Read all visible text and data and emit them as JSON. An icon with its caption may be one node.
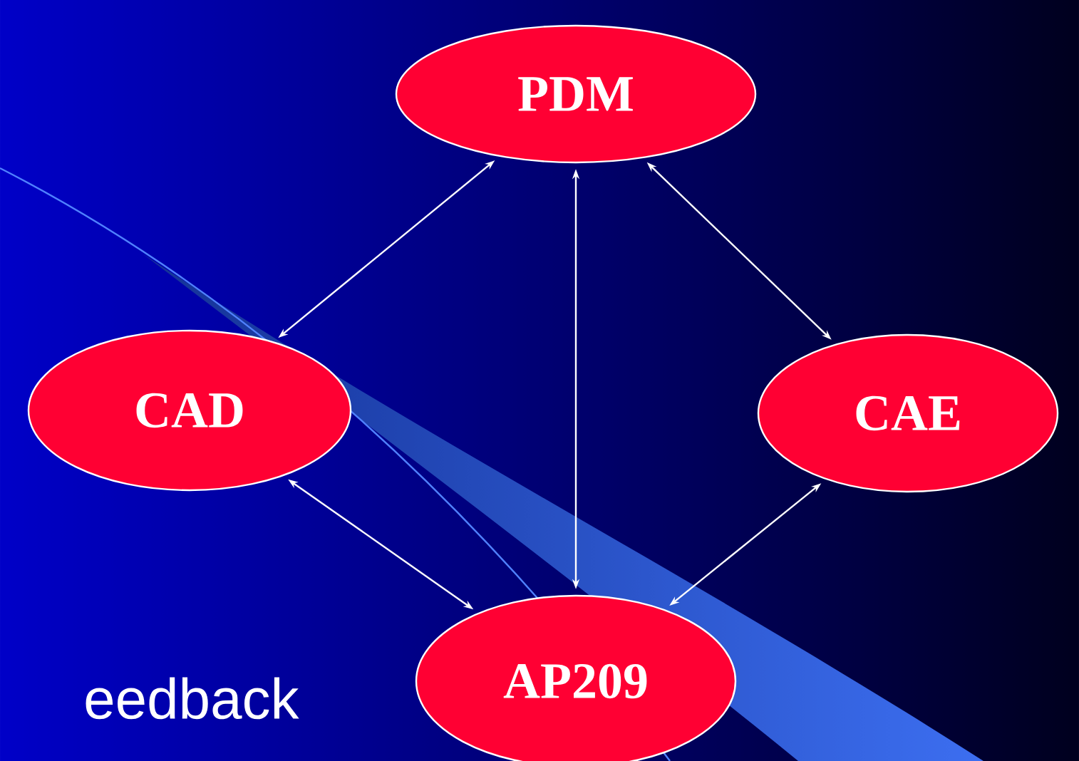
{
  "diagram": {
    "nodes": [
      {
        "text": [
          "PDM"
        ]
      },
      {
        "text": [
          "CAD"
        ]
      },
      {
        "text": [
          "CAE"
        ]
      },
      {
        "text": [
          "AP209"
        ]
      }
    ],
    "edges": [
      {
        "from": 1,
        "to": 0,
        "arrow": "both"
      },
      {
        "from": 3,
        "to": 0,
        "arrow": "both"
      },
      {
        "from": 0,
        "to": 2,
        "arrow": "both"
      },
      {
        "from": 1,
        "to": 3,
        "arrow": "both"
      },
      {
        "from": 3,
        "to": 2,
        "arrow": "both"
      }
    ],
    "labels": [
      "eedback"
    ]
  }
}
